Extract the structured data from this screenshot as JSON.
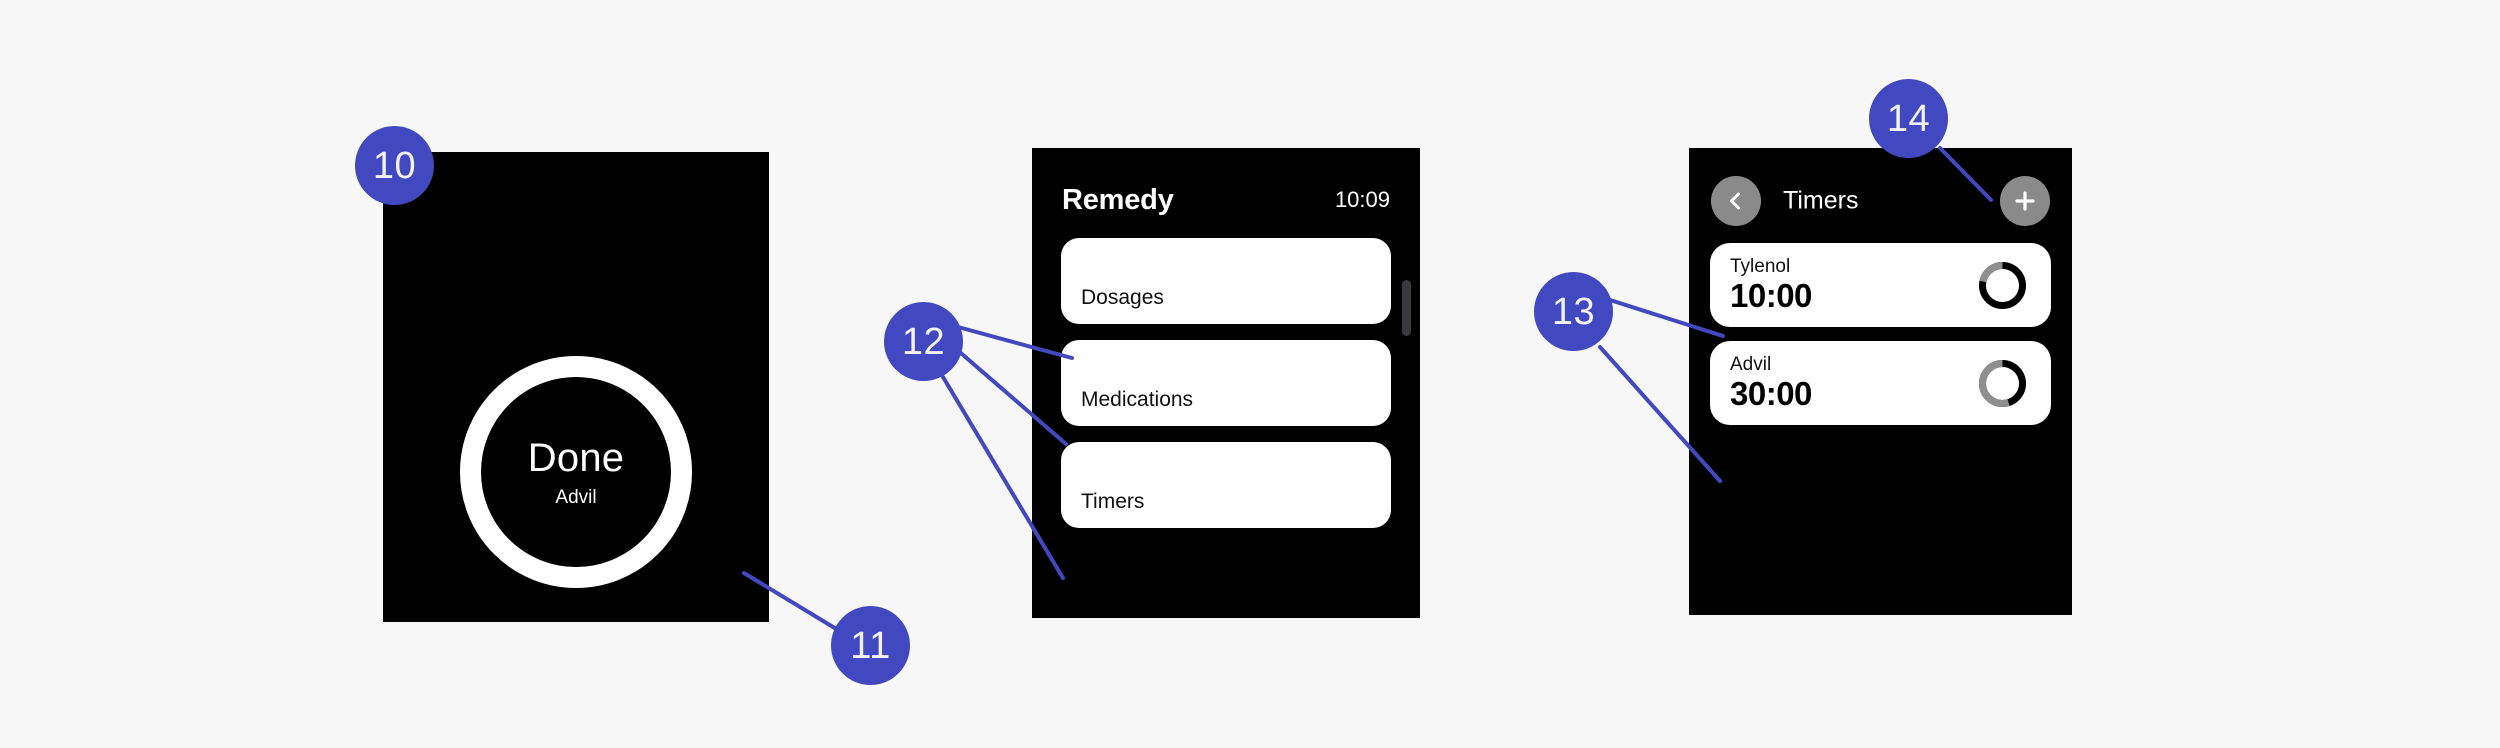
{
  "canvas": {
    "background": "#f7f7f7",
    "accent_blue": "#4248c0",
    "screen_black": "#000000",
    "card_white": "#ffffff",
    "button_grey": "#8a8a8a",
    "ring_track_grey": "#8f8f8f"
  },
  "screens": [
    {
      "id": "done-screen",
      "title": "Done",
      "subtitle": "Advil",
      "buttons": [
        {
          "name": "dismiss",
          "icon": "close-icon"
        },
        {
          "name": "repeat",
          "icon": "repeat-icon"
        }
      ]
    },
    {
      "id": "remedy-menu",
      "app_title": "Remedy",
      "clock": "10:09",
      "menu_items": [
        {
          "label": "Dosages"
        },
        {
          "label": "Medications"
        },
        {
          "label": "Timers"
        }
      ]
    },
    {
      "id": "timers-screen",
      "header": {
        "back_icon": "chevron-left-icon",
        "title": "Timers",
        "add_icon": "plus-icon"
      },
      "timers": [
        {
          "name": "Tylenol",
          "time": "10:00",
          "progress_remaining_pct": 22
        },
        {
          "name": "Advil",
          "time": "30:00",
          "progress_remaining_pct": 55
        }
      ]
    }
  ],
  "callouts": [
    {
      "number": "10",
      "target": "done-screen"
    },
    {
      "number": "11",
      "target": "repeat-button"
    },
    {
      "number": "12",
      "target": "remedy-menu-cards"
    },
    {
      "number": "13",
      "target": "timer-cards"
    },
    {
      "number": "14",
      "target": "add-timer-button"
    }
  ]
}
